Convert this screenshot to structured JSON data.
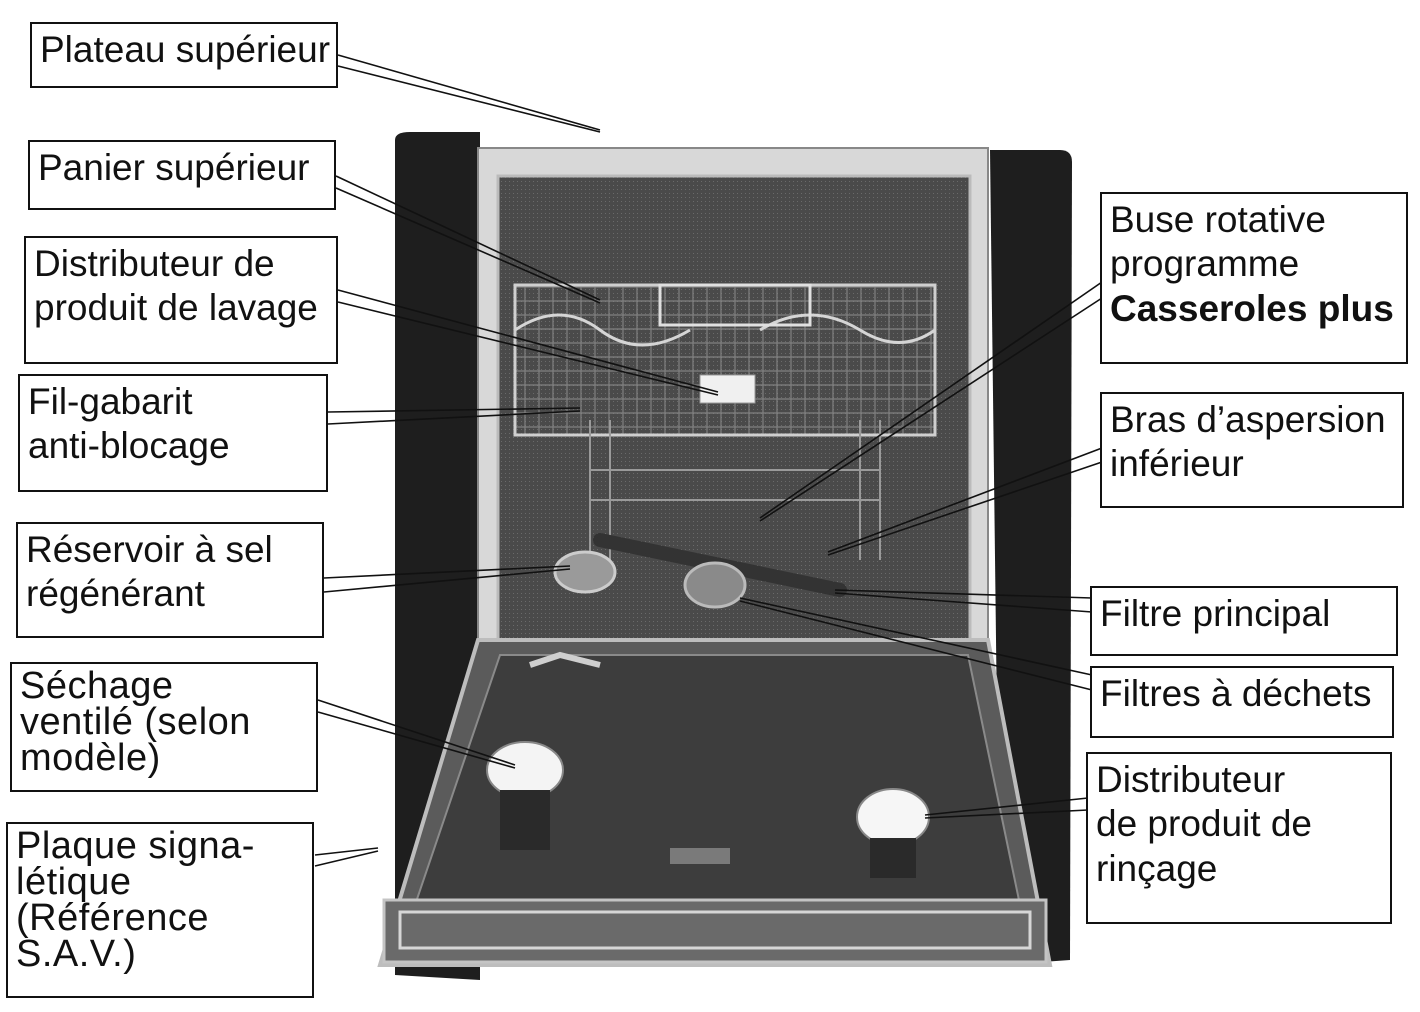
{
  "labels": {
    "plateau_superieur": [
      "Plateau supérieur"
    ],
    "panier_superieur": [
      "Panier supérieur"
    ],
    "distributeur_lavage": [
      "Distributeur de",
      "produit de lavage"
    ],
    "fil_gabarit": [
      "Fil-gabarit",
      "anti-blocage"
    ],
    "reservoir_sel": [
      "Réservoir à sel",
      "régénérant"
    ],
    "sechage": [
      "Séchage",
      "ventilé (selon",
      "modèle)"
    ],
    "plaque": [
      "Plaque signa-",
      "létique",
      "(Référence",
      "S.A.V.)"
    ],
    "buse_rotative": [
      "Buse rotative",
      "programme",
      "Casseroles plus"
    ],
    "bras_aspersion": [
      "Bras d’aspersion",
      "inférieur"
    ],
    "filtre_principal": [
      "Filtre principal"
    ],
    "filtres_dechets": [
      "Filtres à déchets"
    ],
    "distributeur_rincage": [
      "Distributeur",
      "de produit de",
      "rinçage"
    ]
  }
}
